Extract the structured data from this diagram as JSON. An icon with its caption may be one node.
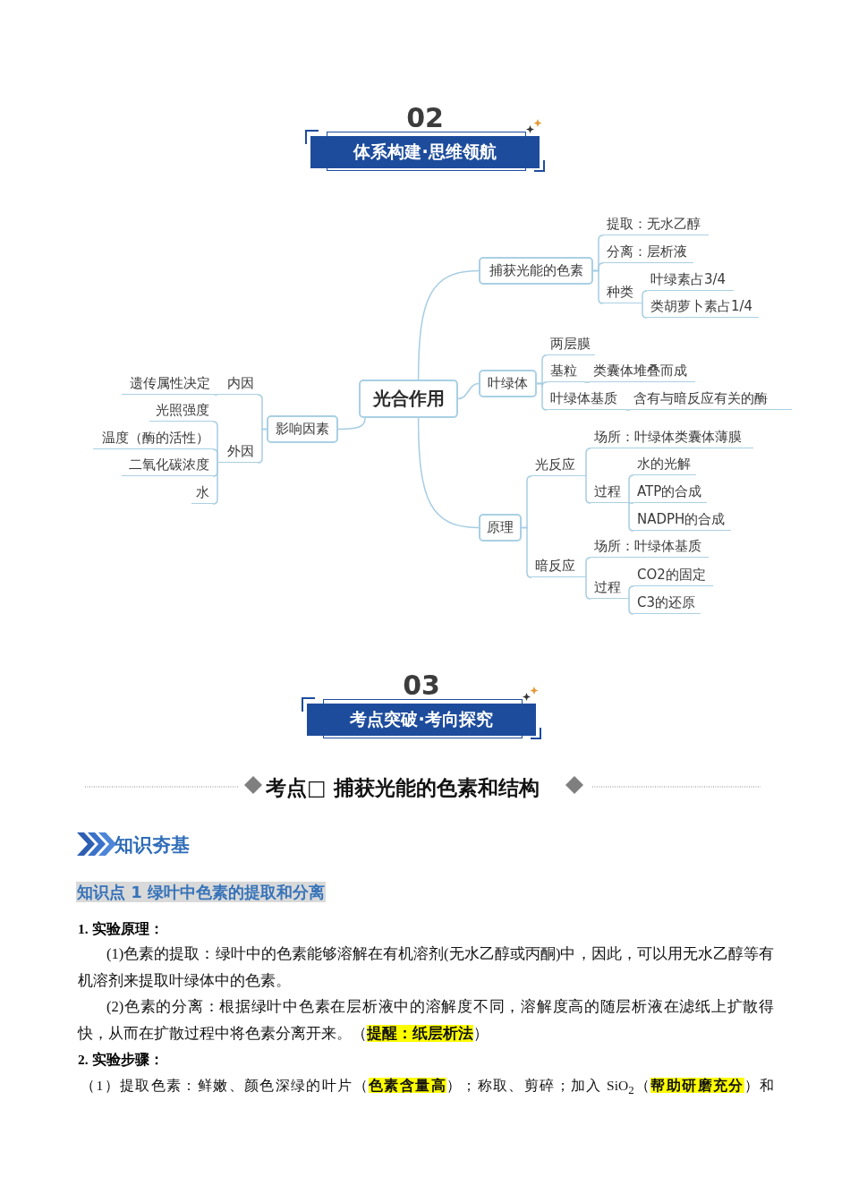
{
  "diagram": {
    "nodes": [
      {
        "text": [
          "02",
          "体系构建·思维领航"
        ]
      },
      {
        "text": [
          "光合作用"
        ]
      },
      {
        "text": [
          "影响因素"
        ]
      },
      {
        "text": [
          "内因"
        ]
      },
      {
        "text": [
          "遗传属性决定"
        ]
      },
      {
        "text": [
          "外因"
        ]
      },
      {
        "text": [
          "光照强度"
        ]
      },
      {
        "text": [
          "温度（酶的活性）"
        ]
      },
      {
        "text": [
          "二氧化碳浓度"
        ]
      },
      {
        "text": [
          "水"
        ]
      },
      {
        "text": [
          "捕获光能的色素"
        ]
      },
      {
        "text": [
          "提取：无水乙醇"
        ]
      },
      {
        "text": [
          "分离：层析液"
        ]
      },
      {
        "text": [
          "种类"
        ]
      },
      {
        "text": [
          "叶绿素占3/4"
        ]
      },
      {
        "text": [
          "类胡萝卜素占1/4"
        ]
      },
      {
        "text": [
          "叶绿体"
        ]
      },
      {
        "text": [
          "两层膜"
        ]
      },
      {
        "text": [
          "基粒"
        ]
      },
      {
        "text": [
          "类囊体堆叠而成"
        ]
      },
      {
        "text": [
          "叶绿体基质"
        ]
      },
      {
        "text": [
          "含有与暗反应有关的酶"
        ]
      },
      {
        "text": [
          "原理"
        ]
      },
      {
        "text": [
          "光反应"
        ]
      },
      {
        "text": [
          "场所：叶绿体类囊体薄膜"
        ]
      },
      {
        "text": [
          "过程"
        ]
      },
      {
        "text": [
          "水的光解"
        ]
      },
      {
        "text": [
          "ATP的合成"
        ]
      },
      {
        "text": [
          "NADPH的合成"
        ]
      },
      {
        "text": [
          "暗反应"
        ]
      },
      {
        "text": [
          "场所：叶绿体基质"
        ]
      },
      {
        "text": [
          "过程"
        ]
      },
      {
        "text": [
          "CO2的固定"
        ]
      },
      {
        "text": [
          "C3的还原"
        ]
      },
      {
        "text": [
          "03",
          "考点突破·考向探究"
        ]
      }
    ],
    "edges": [
      {
        "from": 1,
        "to": 2,
        "arrow": "none"
      },
      {
        "from": 2,
        "to": 3,
        "arrow": "none"
      },
      {
        "from": 3,
        "to": 4,
        "arrow": "none"
      },
      {
        "from": 2,
        "to": 5,
        "arrow": "none"
      },
      {
        "from": 5,
        "to": 6,
        "arrow": "none"
      },
      {
        "from": 5,
        "to": 7,
        "arrow": "none"
      },
      {
        "from": 5,
        "to": 8,
        "arrow": "none"
      },
      {
        "from": 5,
        "to": 9,
        "arrow": "none"
      },
      {
        "from": 1,
        "to": 10,
        "arrow": "none"
      },
      {
        "from": 10,
        "to": 11,
        "arrow": "none"
      },
      {
        "from": 10,
        "to": 12,
        "arrow": "none"
      },
      {
        "from": 10,
        "to": 13,
        "arrow": "none"
      },
      {
        "from": 13,
        "to": 14,
        "arrow": "none"
      },
      {
        "from": 13,
        "to": 15,
        "arrow": "none"
      },
      {
        "from": 1,
        "to": 16,
        "arrow": "none"
      },
      {
        "from": 16,
        "to": 17,
        "arrow": "none"
      },
      {
        "from": 16,
        "to": 18,
        "arrow": "none"
      },
      {
        "from": 18,
        "to": 19,
        "arrow": "none"
      },
      {
        "from": 16,
        "to": 20,
        "arrow": "none"
      },
      {
        "from": 20,
        "to": 21,
        "arrow": "none"
      },
      {
        "from": 1,
        "to": 22,
        "arrow": "none"
      },
      {
        "from": 22,
        "to": 23,
        "arrow": "none"
      },
      {
        "from": 23,
        "to": 24,
        "arrow": "none"
      },
      {
        "from": 23,
        "to": 25,
        "arrow": "none"
      },
      {
        "from": 25,
        "to": 26,
        "arrow": "none"
      },
      {
        "from": 25,
        "to": 27,
        "arrow": "none"
      },
      {
        "from": 25,
        "to": 28,
        "arrow": "none"
      },
      {
        "from": 22,
        "to": 29,
        "arrow": "none"
      },
      {
        "from": 29,
        "to": 30,
        "arrow": "none"
      },
      {
        "from": 29,
        "to": 31,
        "arrow": "none"
      },
      {
        "from": 31,
        "to": 32,
        "arrow": "none"
      },
      {
        "from": 31,
        "to": 33,
        "arrow": "none"
      }
    ],
    "labels": [
      "考点□ 捕获光能的色素和结构",
      "知识夯基",
      "知识点 1 绿叶中色素的提取和分离",
      "1. 实验原理：",
      "(1)色素的提取：绿叶中的色素能够溶解在有机溶剂(无水乙醇或丙酮)中，因此，可以用无水乙醇等有机溶剂来提取叶绿体中的色素。",
      "(2)色素的分离：根据绿叶中色素在层析液中的溶解度不同，溶解度高的随层析液在滤纸上扩散得快，从而在扩散过程中将色素分离开来。（**提醒：纸层析法**）",
      "2. 实验步骤：",
      "（1）提取色素：鲜嫩、颜色深绿的叶片（**色素含量高**）；称取、剪碎；加入 SiO$_{2}$（**帮助研磨充分**）和"
    ]
  }
}
